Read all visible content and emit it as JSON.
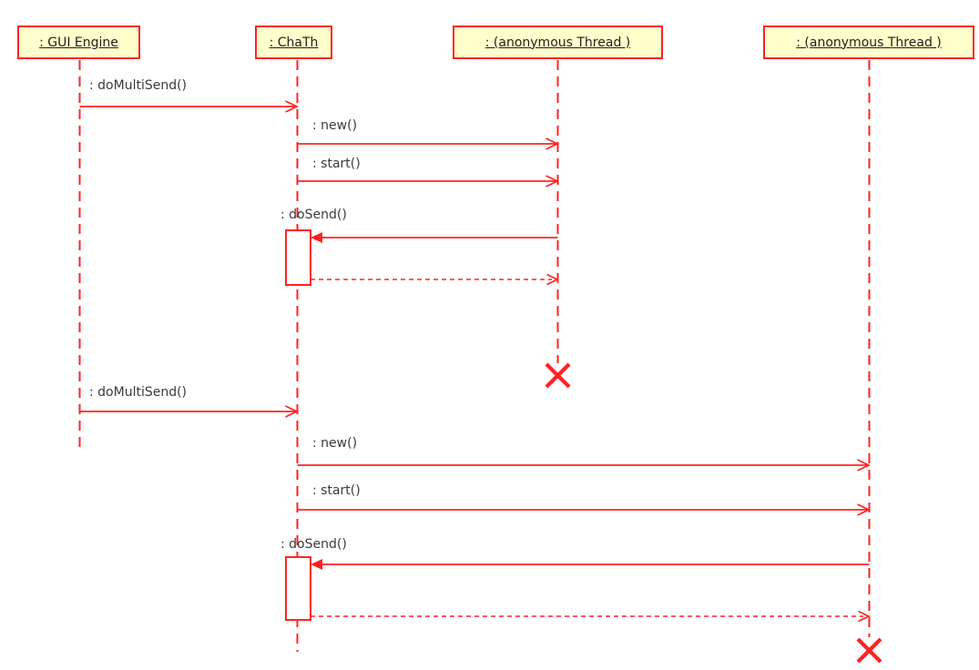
{
  "diagram": {
    "type": "uml-sequence-diagram",
    "colors": {
      "line": "#ff2222",
      "box_fill": "#ffffcc",
      "box_border": "#ff2222",
      "text": "#3a3a3a",
      "header_text": "#1f1f1f"
    },
    "lifelines": [
      {
        "id": "gui-engine",
        "label": ": GUI Engine"
      },
      {
        "id": "chath",
        "label": ": ChaTh"
      },
      {
        "id": "anon-thread-1",
        "label": ": (anonymous Thread )"
      },
      {
        "id": "anon-thread-2",
        "label": ": (anonymous Thread )"
      }
    ],
    "messages": [
      {
        "label": ": doMultiSend()",
        "from": "gui-engine",
        "to": "chath",
        "style": "solid-open-head"
      },
      {
        "label": ": new()",
        "from": "chath",
        "to": "anon-thread-1",
        "style": "solid-open-head"
      },
      {
        "label": ": start()",
        "from": "chath",
        "to": "anon-thread-1",
        "style": "solid-open-head"
      },
      {
        "label": ": doSend()",
        "from": "anon-thread-1",
        "to": "chath",
        "style": "solid-filled-head"
      },
      {
        "label": ": doMultiSend()",
        "from": "gui-engine",
        "to": "chath",
        "style": "solid-open-head"
      },
      {
        "label": ": new()",
        "from": "chath",
        "to": "anon-thread-2",
        "style": "solid-open-head"
      },
      {
        "label": ": start()",
        "from": "chath",
        "to": "anon-thread-2",
        "style": "solid-open-head"
      },
      {
        "label": ": doSend()",
        "from": "anon-thread-2",
        "to": "chath",
        "style": "solid-filled-head"
      }
    ],
    "returns": [
      {
        "from": "chath",
        "to": "anon-thread-1",
        "style": "dashed-open-head"
      },
      {
        "from": "chath",
        "to": "anon-thread-2",
        "style": "dashed-open-head"
      }
    ],
    "activations": [
      {
        "lifeline": "chath",
        "during": ": doSend()"
      },
      {
        "lifeline": "chath",
        "during": ": doSend()"
      }
    ],
    "destructions": [
      "anon-thread-1",
      "anon-thread-2"
    ]
  }
}
